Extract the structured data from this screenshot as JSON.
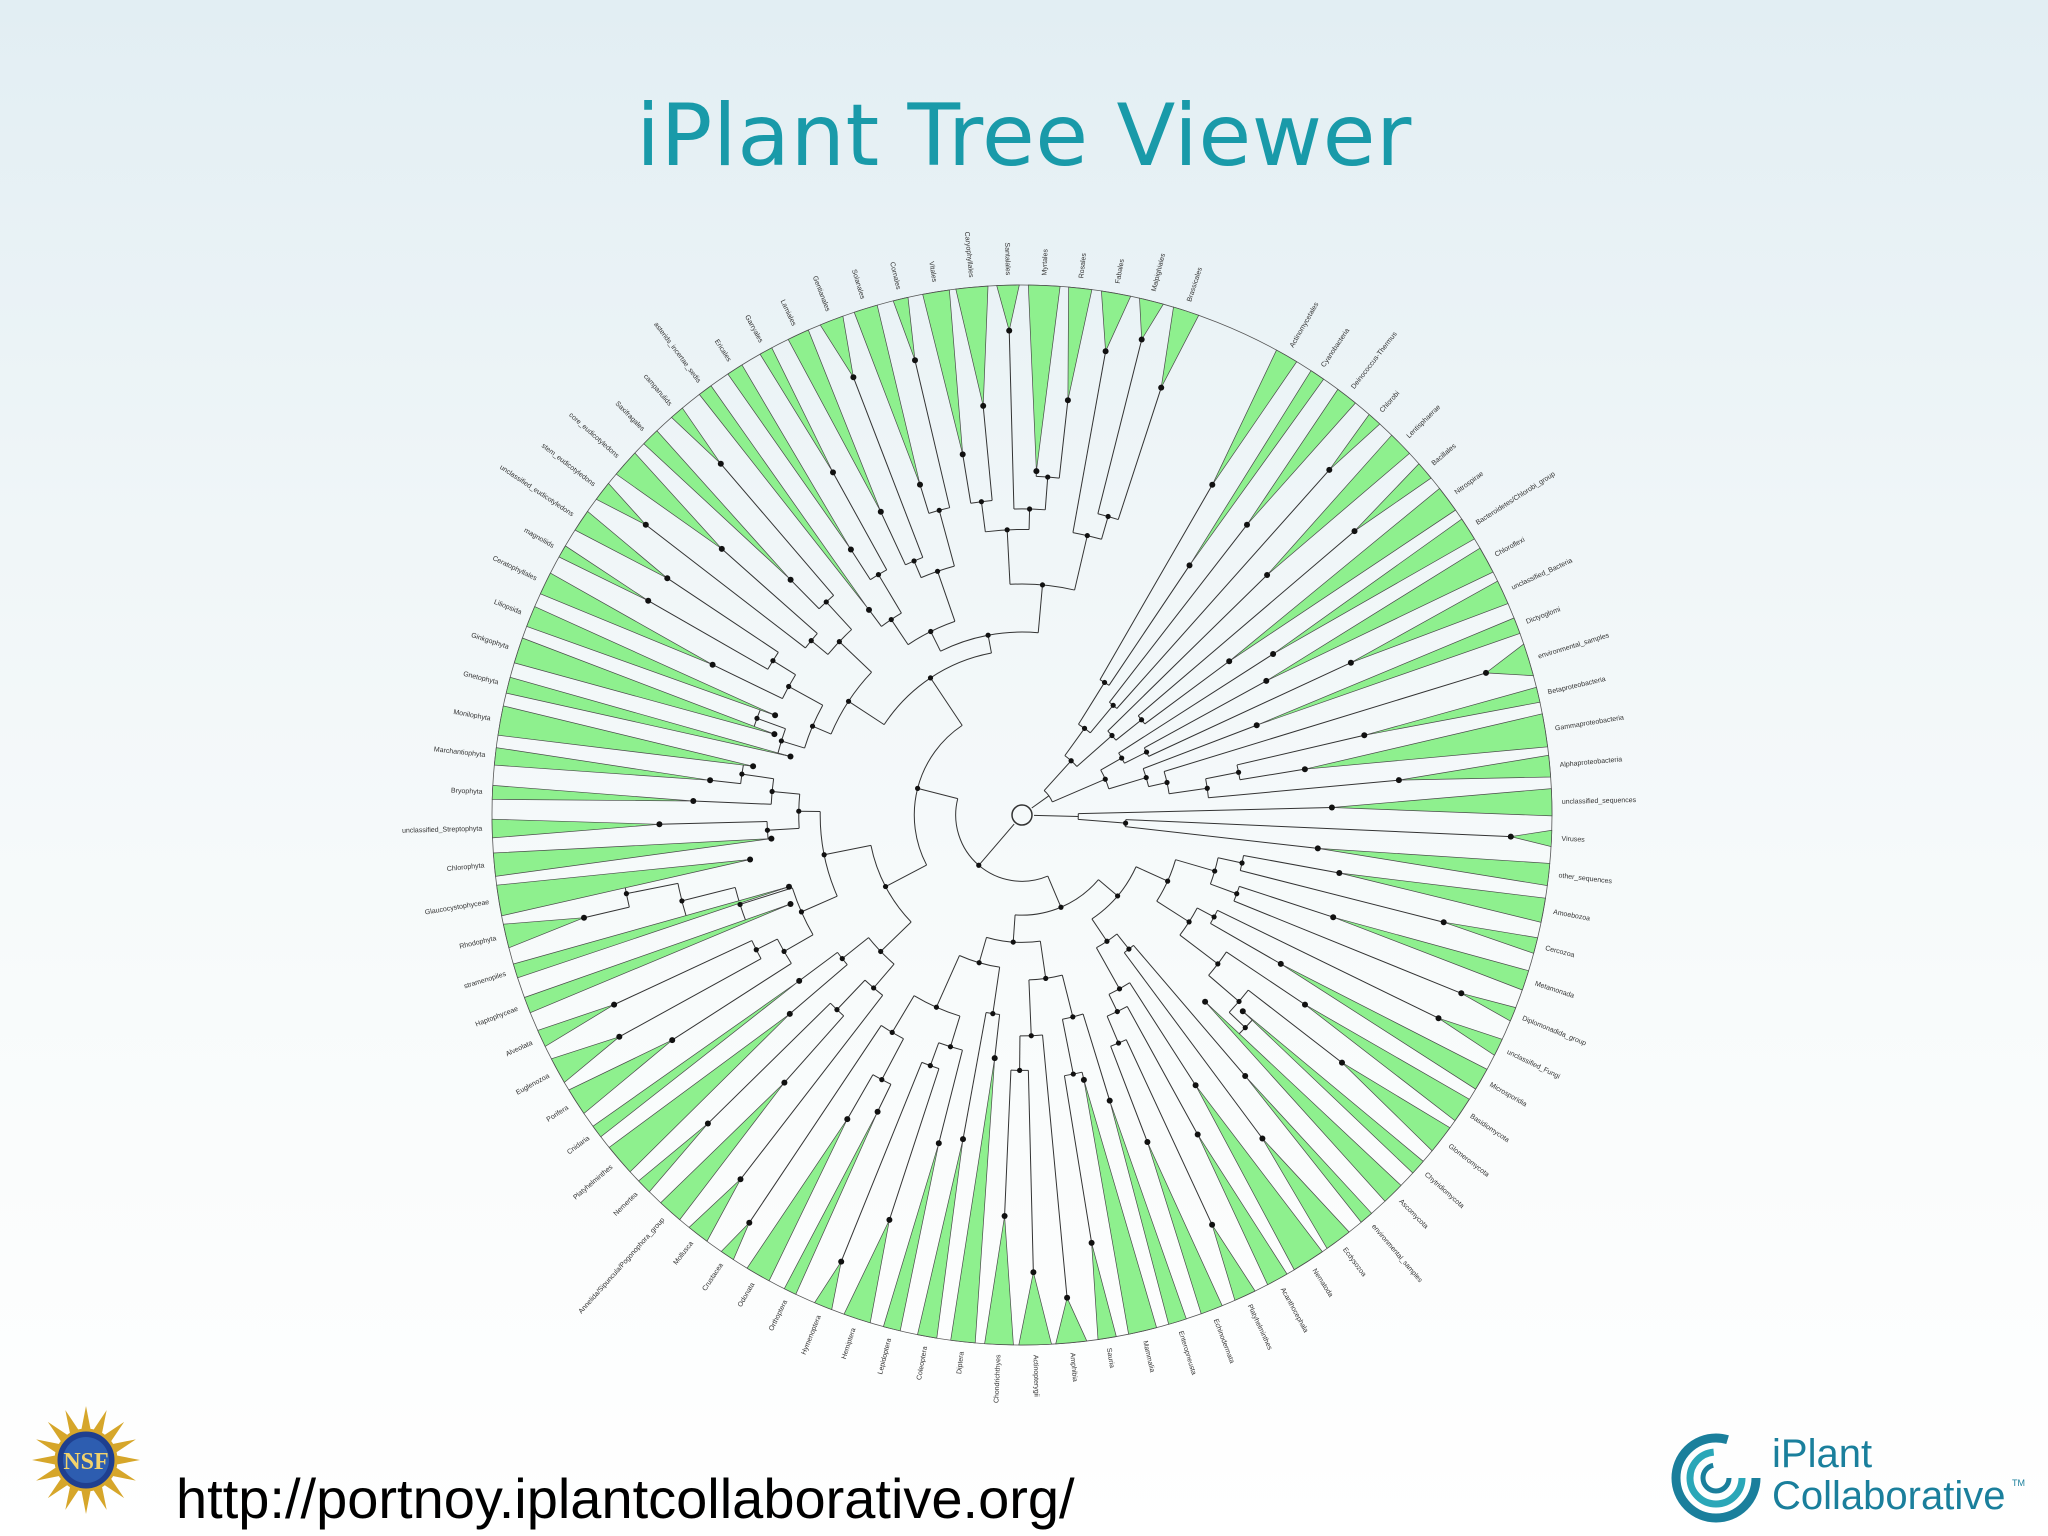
{
  "slide": {
    "title": "iPlant Tree Viewer",
    "url": "http://portnoy.iplantcollaborative.org/"
  },
  "logos": {
    "nsf_text": "NSF",
    "iplant_line1": "iPlant",
    "iplant_line2": "Collaborative",
    "iplant_tm": "TM"
  },
  "colors": {
    "title": "#199aa9",
    "clade_fill": "#8ef08e",
    "branch": "#333333",
    "logo_teal": "#1a7f9c",
    "nsf_blue": "#1f3f8f",
    "nsf_gold": "#d6a62a"
  },
  "tree": {
    "layout": "circular",
    "leaf_labels": [
      "Actinomycetales",
      "Cyanobacteria",
      "Deinococcus-Thermus",
      "Chlorobi",
      "Lentisphaerae",
      "Bacillales",
      "Nitrospirae",
      "Bacteroidetes/Chlorobi_group",
      "Chloroflexi",
      "unclassified_Bacteria",
      "Dictyoglomi",
      "environmental_samples",
      "Betaproteobacteria",
      "Gammaproteobacteria",
      "Alphaproteobacteria",
      "unclassified_sequences",
      "Viruses",
      "other_sequences",
      "Amoebozoa",
      "Cercozoa",
      "Metamonada",
      "Diplomonadida_group",
      "unclassified_Fungi",
      "Microsporidia",
      "Basidiomycota",
      "Glomeromycota",
      "Chytridiomycota",
      "Ascomycota",
      "environmental_samples",
      "Ecdysozoa",
      "Nematoda",
      "Acanthocephala",
      "Platyhelminthes",
      "Echinodermata",
      "Enteropneusta",
      "Mammalia",
      "Sauria",
      "Amphibia",
      "Actinopterygii",
      "Chondrichthyes",
      "Diptera",
      "Coleoptera",
      "Lepidoptera",
      "Hemiptera",
      "Hymenoptera",
      "Orthoptera",
      "Odonata",
      "Crustacea",
      "Mollusca",
      "Annelida/Sipuncula/Pogonophora_group",
      "Nemertea",
      "Platyhelminthes",
      "Cnidaria",
      "Porifera",
      "Euglenozoa",
      "Alveolata",
      "Haptophyceae",
      "stramenopiles",
      "Rhodophyta",
      "Glaucocystophyceae",
      "Chlorophyta",
      "unclassified_Streptophyta",
      "Bryophyta",
      "Marchantiophyta",
      "Monilophyta",
      "Gnetophyta",
      "Ginkgophyta",
      "Liliopsida",
      "Ceratophyllales",
      "magnoliids",
      "unclassified_eudicotyledons",
      "stem_eudicotyledons",
      "core_eudicotyledons",
      "Saxifragales",
      "campanulids",
      "asterids_incertae_sedis",
      "Ericales",
      "Garryales",
      "Lamiales",
      "Gentianales",
      "Solanales",
      "Cornales",
      "Vitales",
      "Caryophyllales",
      "Santalales",
      "Myrtales",
      "Rosales",
      "Fabales",
      "Malpighiales",
      "Brassicales"
    ]
  }
}
